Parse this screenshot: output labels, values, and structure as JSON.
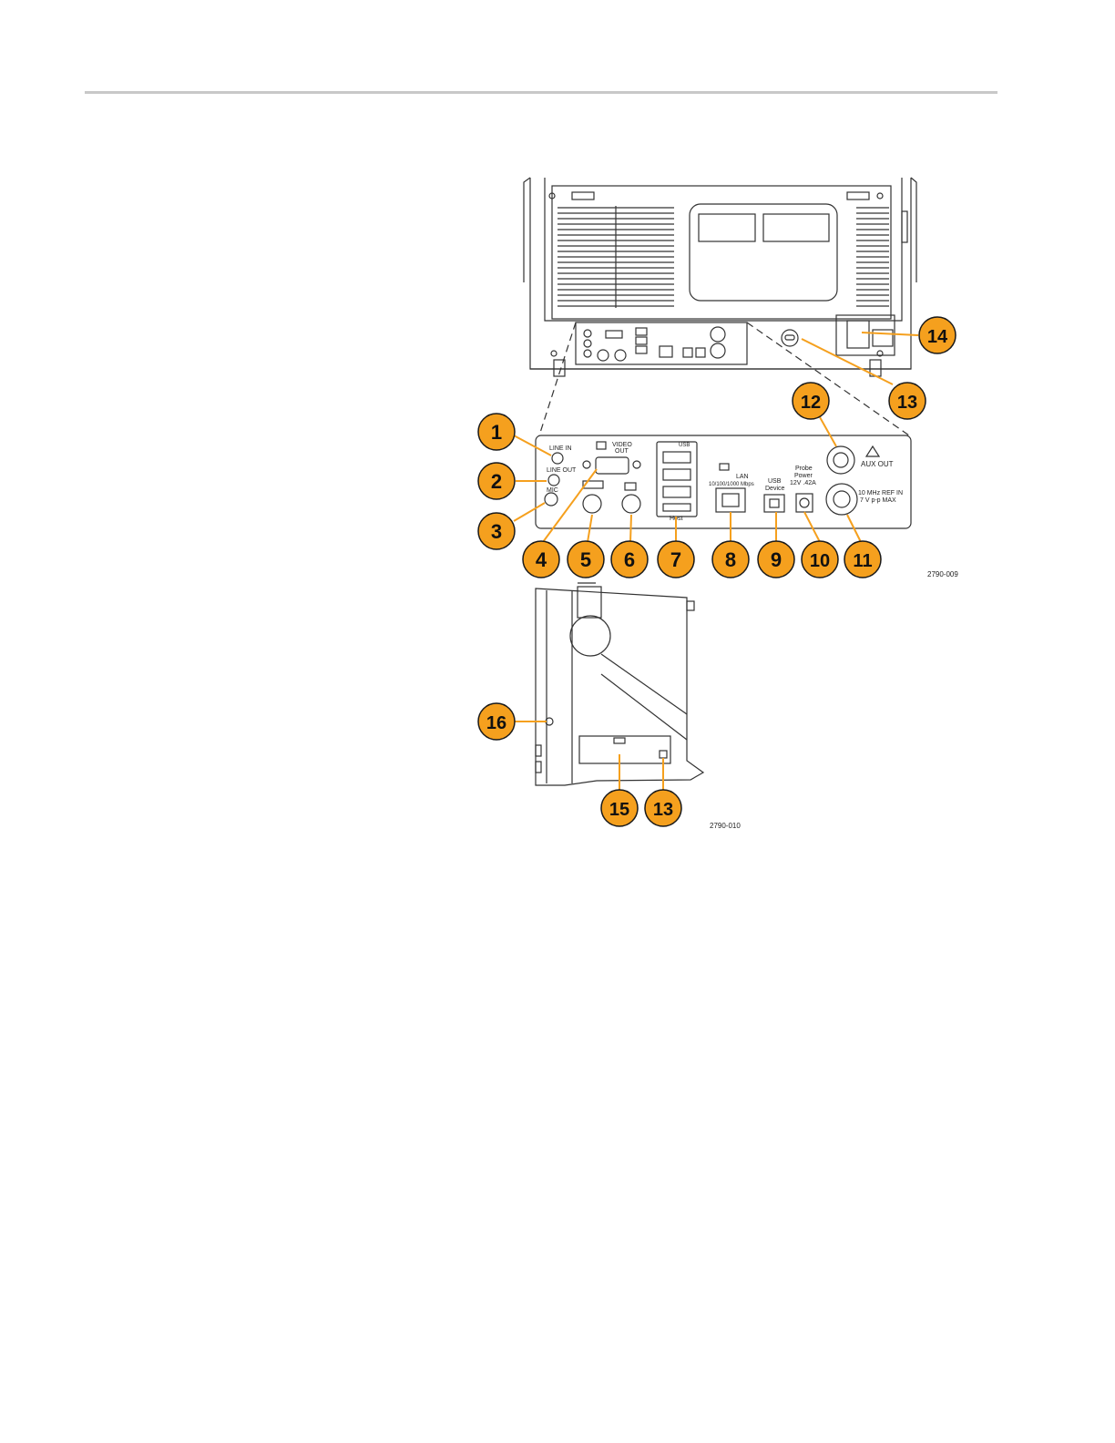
{
  "figure_ids": {
    "rear": "2790-009",
    "side": "2790-010"
  },
  "panel_labels": {
    "line_in": "LINE IN",
    "line_out": "LINE OUT",
    "mic": "MIC",
    "video_out_1": "VIDEO",
    "video_out_2": "OUT",
    "usb": "USB",
    "host": "Host",
    "lan_1": "LAN",
    "lan_2": "10/100/1000 Mbps",
    "usb_device_1": "USB",
    "usb_device_2": "Device",
    "probe_power_1": "Probe",
    "probe_power_2": "Power",
    "probe_power_3": "12V .42A",
    "aux_out": "AUX OUT",
    "ref_in_1": "10 MHz REF IN",
    "ref_in_2": "7 V p-p MAX"
  },
  "callouts": {
    "c1": "1",
    "c2": "2",
    "c3": "3",
    "c4": "4",
    "c5": "5",
    "c6": "6",
    "c7": "7",
    "c8": "8",
    "c9": "9",
    "c10": "10",
    "c11": "11",
    "c12": "12",
    "c13_top": "13",
    "c14": "14",
    "c13_side": "13",
    "c15": "15",
    "c16": "16"
  },
  "colors": {
    "callout_fill": "#f5a01e",
    "callout_stroke": "#1a1a1a",
    "line": "#333333",
    "rule": "#c8c8c8"
  }
}
